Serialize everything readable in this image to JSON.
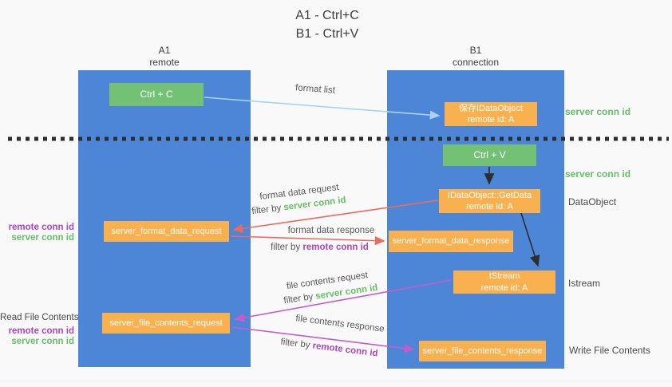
{
  "title": {
    "line1": "A1 - Ctrl+C",
    "line2": "B1 - Ctrl+V"
  },
  "columns": {
    "a": {
      "id": "A1",
      "name": "remote"
    },
    "b": {
      "id": "B1",
      "name": "connection"
    }
  },
  "nodes": {
    "ctrl_c": "Ctrl + C",
    "ctrl_v": "Ctrl + V",
    "save_idataobject": {
      "line1": "保存IDataObject",
      "line2": "remote id: A"
    },
    "getdata": {
      "line1": "IDataObject::GetData",
      "line2": "remote id: A"
    },
    "istream": {
      "line1": "IStream",
      "line2": "remote id: A"
    },
    "format_request": "server_format_data_request",
    "format_response": "server_format_data_response",
    "file_request": "server_file_contents_request",
    "file_response": "server_file_contents_response"
  },
  "side_labels": {
    "server_conn_id_top": "server conn id",
    "server_conn_id_mid": "server conn id",
    "dataobject": "DataObject",
    "istream": "Istream",
    "write_file_contents": "Write File Contents",
    "format_left": {
      "remote": "remote conn id",
      "server": "server conn id"
    },
    "file_left": {
      "title": "Read File Contents",
      "remote": "remote conn id",
      "server": "server conn id"
    }
  },
  "arrow_labels": {
    "format_list": "format list",
    "format_data_request": "format data request",
    "filter_by_a": "filter by ",
    "server_conn_id_a": "server conn id",
    "format_data_response": "format data response",
    "filter_by_b": "filter by ",
    "remote_conn_id_b": "remote conn id",
    "file_contents_request": "file contents request",
    "filter_by_c": "filter by ",
    "server_conn_id_c": "server conn id",
    "file_contents_response": "file contents response",
    "filter_by_d": "filter by ",
    "remote_conn_id_d": "remote conn id"
  },
  "colors": {
    "column_blue": "#4d86d7",
    "green_box": "#72c174",
    "orange_box": "#f9b04e",
    "green_text": "#66bf66",
    "purple_text": "#ab47bc",
    "red_arrow": "#ea6a5f",
    "magenta_arrow": "#c75bc7",
    "light_blue_arrow": "#a9d3ef",
    "black_arrow": "#2d2d2d",
    "background": "#f9f9f9"
  }
}
